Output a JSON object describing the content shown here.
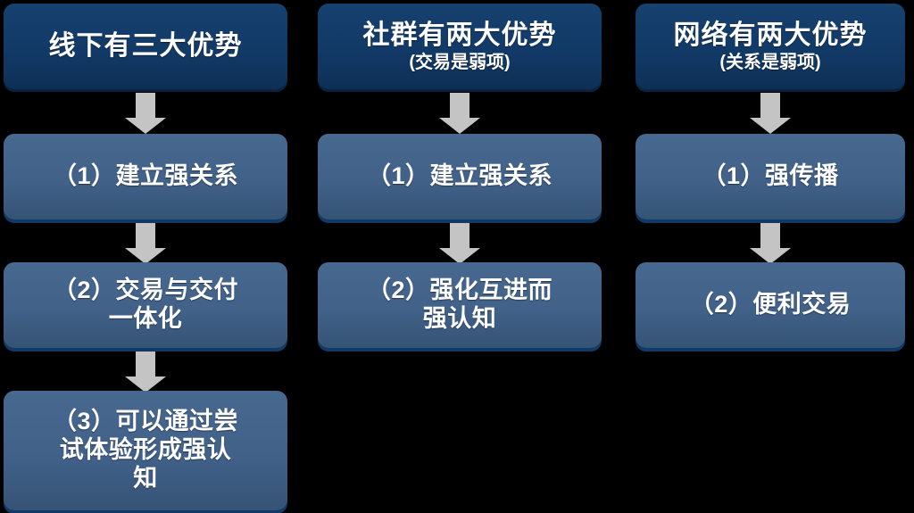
{
  "diagram": {
    "title_text_color": "#ffffff",
    "background_color": "#000000",
    "header_color": "#123a67",
    "step_color": "#416189",
    "arrow_color": "#c4c4c4",
    "columns": [
      {
        "id": "offline",
        "header": {
          "main": "线下有三大优势",
          "sub": ""
        },
        "steps": [
          {
            "label": "（1）建立强关系"
          },
          {
            "label": "（2）交易与交付一体化"
          },
          {
            "label": "（3）可以通过尝试体验形成强认知"
          }
        ]
      },
      {
        "id": "community",
        "header": {
          "main": "社群有两大优势",
          "sub": "(交易是弱项)"
        },
        "steps": [
          {
            "label": "（1）建立强关系"
          },
          {
            "label": "（2）强化互进而强认知"
          }
        ]
      },
      {
        "id": "network",
        "header": {
          "main": "网络有两大优势",
          "sub": "(关系是弱项)"
        },
        "steps": [
          {
            "label": "（1）强传播"
          },
          {
            "label": "（2）便利交易"
          }
        ]
      }
    ]
  }
}
